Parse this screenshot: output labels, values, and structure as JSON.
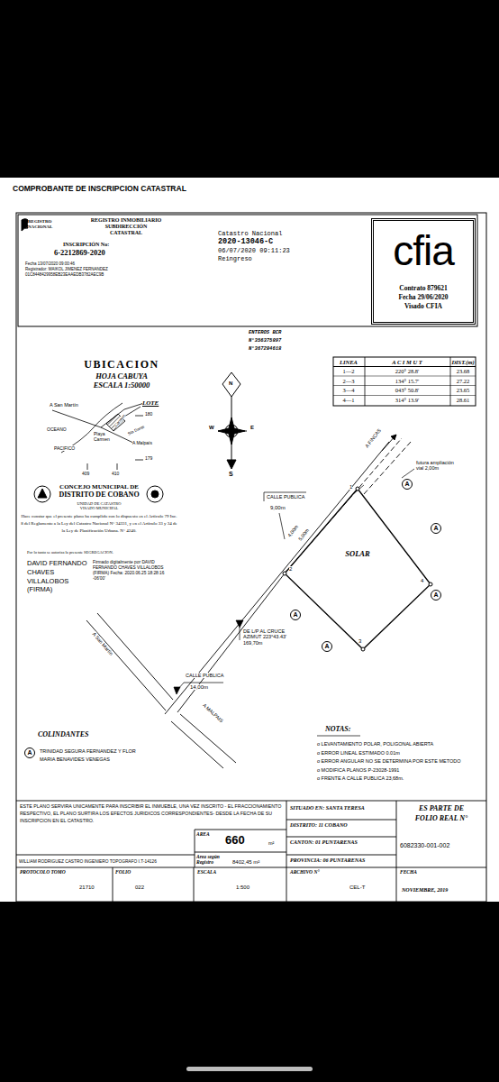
{
  "diagram": {
    "title": "COMPROBANTE DE INSCRIPCION CATASTRAL",
    "nodes": [
      {
        "text": [
          "cfia",
          "Contrato 879621",
          "Fecha 29/06/2020",
          "Visado CFIA"
        ]
      },
      {
        "text": [
          "SOLAR"
        ]
      },
      {
        "text": [
          "A"
        ]
      },
      {
        "text": [
          "A"
        ]
      },
      {
        "text": [
          "A"
        ]
      },
      {
        "text": [
          "A"
        ]
      },
      {
        "text": [
          "A"
        ]
      },
      {
        "text": [
          "A"
        ]
      }
    ],
    "labels": [
      "REGISTRO NACIONAL",
      "REGISTRO INMOBILIARIO SUBDIRECCIÓN CATASTRAL",
      "INSCRIPCIÓN No:",
      "6-2212869-2020",
      "Fecha 13/07/2020 09:00:46",
      "Registrador: MAIKOL JIMENEZ FERNANDEZ",
      "01C8448429958EB23EAAEDB3782AEC9B",
      "Catastro Nacional",
      "2020-13046-C",
      "06/07/2020 09:11:23",
      "Reingreso",
      "ENTEROS BCR",
      "N°356375897",
      "N°367284618",
      "UBICACION",
      "HOJA CABUYA",
      "ESCALA 1:50000",
      "A San Martín",
      "LOTE",
      "180",
      "OCEANO",
      "Playa Carmen",
      "PACIFICO",
      "A Malpaís",
      "179",
      "409",
      "410",
      "Carmen",
      "Sta Dante",
      "CONCEJO MUNICIPAL DE",
      "DISTRITO DE COBANO",
      "UNIDAD DE CATASTRO",
      "VISADO MUNICIPAL",
      "Hace constar que el presente plano ha cumplido con lo dispuesto en el Artículo 79 Inc. 8 del Reglamento a la Ley del Catastro Nacional N° 34331, y en el Artículo 33 y 34 de la Ley de Planificación Urbana. N° 4240.",
      "Por lo tanto se autoriza la presente SEGREGACION.",
      "DAVID FERNANDO CHAVES VILLALOBOS (FIRMA)",
      "Firmado digitalmente por DAVID FERNANDO CHAVES VILLALOBOS (FIRMA) Fecha: 2020.06.25 18:28:16 -06'00'",
      "N",
      "W",
      "E",
      "S",
      "LINEA",
      "A C I M U T",
      "DIST.(m)",
      "1—2",
      "220° 28.8'",
      "23.68",
      "2—3",
      "134° 15.7'",
      "27.22",
      "3—4",
      "043° 50.8'",
      "23.65",
      "4—1",
      "314° 13.9'",
      "28.61",
      "A FINCAS",
      "futura ampliación vial 2,00m",
      "CALLE PUBLICA",
      "9,00m",
      "4,00m",
      "5,00m",
      "1",
      "2",
      "3",
      "4",
      "DE L/P AL CRUCE AZIMUT 223°43.43' 169,70m",
      "CALLE PUBLICA",
      "14,00m",
      "A San Martín",
      "A MALPAIS",
      "COLINDANTES",
      "TRINIDAD SEGURA FERNANDEZ Y FLOR MARIA BENAVIDES VENEGAS",
      "NOTAS:",
      "o LEVANTAMIENTO POLAR, POLIGONAL ABIERTA",
      "o ERROR LINEAL ESTIMADO 0.01m",
      "o ERROR ANGULAR NO SE DETERMINA POR ESTE METODO",
      "o MODIFICA PLANOS P-23028-1991",
      "o FRENTE A CALLE PUBLICA 23,68m.",
      "ESTE PLANO SERVIRA UNICAMENTE PARA INSCRIBIR EL INMUEBLE, UNA VEZ INSCRITO - EL FRACCIONAMIENTO RESPECTIVO, EL PLANO SURTIRA LOS EFECTOS JURIDICOS CORRESPONDIENTES- DESDE LA FECHA DE SU INSCRIPCION EN EL CATASTRO.",
      "SITUADO EN: SANTA TERESA",
      "DISTRITO: 11 COBANO",
      "CANTON: 01 PUNTARENAS",
      "PROVINCIA: 06 PUNTARENAS",
      "ES PARTE DE FOLIO REAL N°",
      "6082330-001-002",
      "AREA",
      "660",
      "m²",
      "Area según Registro",
      "8402,45 m²",
      "WILLIAM RODRIGUEZ CASTRO INGENIERO TOPOGRAFO I.T-14126",
      "PROTOCOLO TOMO",
      "21710",
      "FOLIO",
      "022",
      "ESCALA",
      "1:500",
      "ARCHIVO N°",
      "CEL-T",
      "FECHA",
      "NOVIEMBRE, 2019"
    ]
  }
}
